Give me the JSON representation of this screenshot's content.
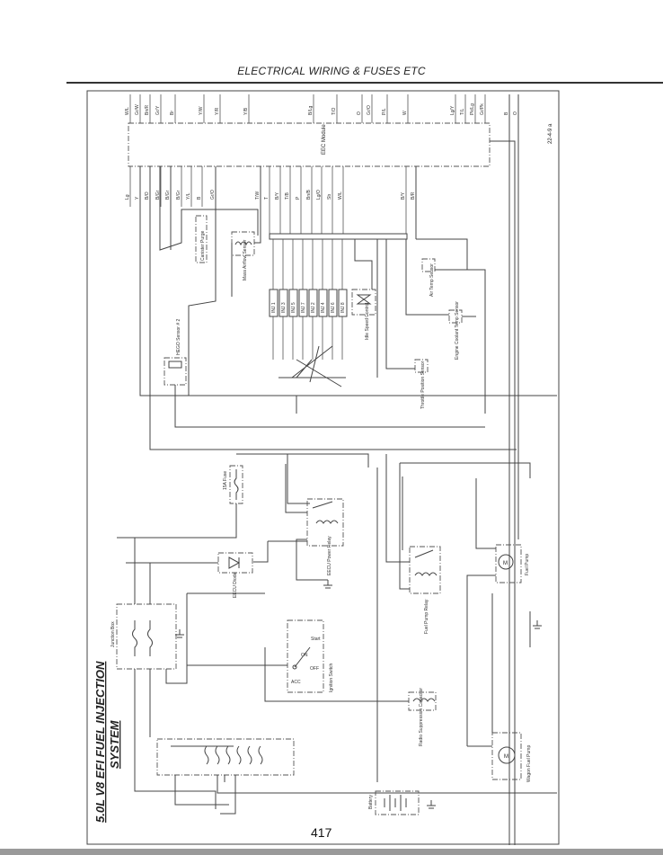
{
  "header": {
    "title": "ELECTRICAL WIRING & FUSES ETC"
  },
  "diagram": {
    "title_line1": "5.0L V8 EFI FUEL INJECTION",
    "title_line2": "SYSTEM",
    "reference": "22-4-9 a",
    "components": {
      "eec_module": "EEC Module",
      "canister_purge": "Canister Purge",
      "mass_airflow": "Mass Airflow Sensor",
      "hego": "HEGO Sensor # 2",
      "injectors": [
        "INJ 1",
        "INJ 3",
        "INJ 5",
        "INJ 7",
        "INJ 2",
        "INJ 4",
        "INJ 6",
        "INJ 8"
      ],
      "idle_speed": "Idle Speed Control",
      "air_temp": "Air Temp Sensor",
      "coolant_temp": "Engine Coolant Temp Sensor",
      "throttle_pos": "Throttle Position Sensor",
      "fuse_15a": "15A Fuse",
      "eecu_relay": "EECU Power Relay",
      "eecu_diode": "EECU Diode",
      "fuel_pump_relay": "Fuel Pump Relay",
      "fuel_pump": "Fuel Pump",
      "motor_symbol": "M",
      "junction_box": "Junction Box",
      "ignition_switch": "Ignition Switch",
      "ignition_positions": [
        "ACC",
        "ON",
        "OFF",
        "Start"
      ],
      "radio_capacitor": "Radio Suppression Capacitor",
      "wagon_fuel_pump": "Wagon Fuel Pump",
      "battery": "Battery"
    },
    "top_wires": [
      "W/L",
      "Gr/W",
      "Bn/R",
      "Gr/Y",
      "Br",
      "Y/W",
      "Y/R",
      "Y/B",
      "B/Lg",
      "T/O",
      "O",
      "Gr/O",
      "P/L",
      "W",
      "Lg/Y",
      "T/L",
      "Pk/Lg",
      "Gr/Pk",
      "B",
      "O"
    ],
    "bottom_wires": [
      "Lg",
      "Y",
      "B/O",
      "B/Gr",
      "B/Gr",
      "B/Gr",
      "Y/L",
      "B",
      "Gr/O",
      "T/W",
      "T",
      "B/Y",
      "T/B",
      "P",
      "Bn/B",
      "Lg/O",
      "Sb",
      "W/L",
      "B/Y",
      "B/R"
    ]
  },
  "page": {
    "number": "417"
  }
}
